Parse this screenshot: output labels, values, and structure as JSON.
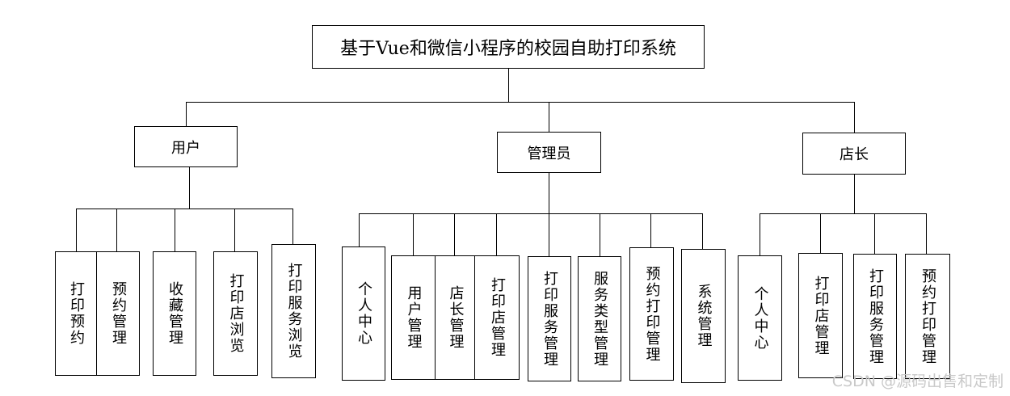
{
  "root": {
    "label": "基于Vue和微信小程序的校园自助打印系统"
  },
  "roles": [
    {
      "label": "用户",
      "children": [
        "打印预约",
        "预约管理",
        "收藏管理",
        "打印店浏览",
        "打印服务浏览"
      ]
    },
    {
      "label": "管理员",
      "children": [
        "个人中心",
        "用户管理",
        "店长管理",
        "打印店管理",
        "打印服务管理",
        "服务类型管理",
        "预约打印管理",
        "系统管理"
      ]
    },
    {
      "label": "店长",
      "children": [
        "个人中心",
        "打印店管理",
        "打印服务管理",
        "预约打印管理"
      ]
    }
  ],
  "watermark": "CSDN @源码出售和定制"
}
